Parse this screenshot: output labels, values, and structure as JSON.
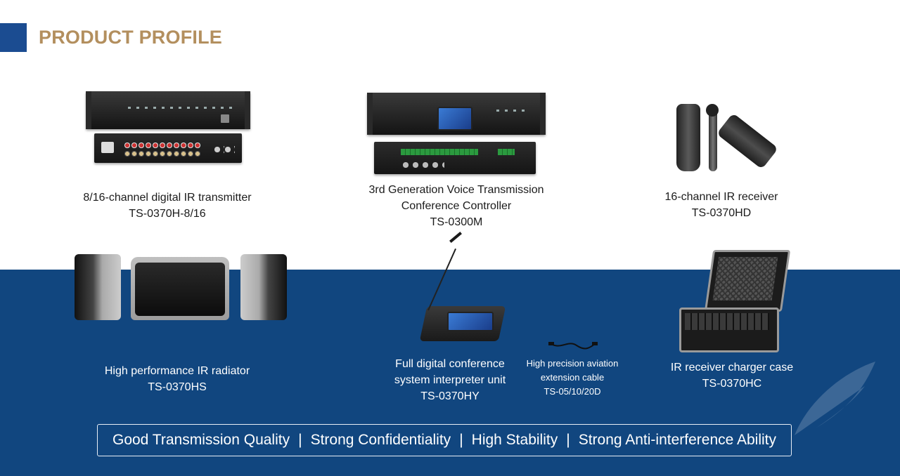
{
  "header": {
    "title": "PRODUCT PROFILE",
    "accent_color": "#1b4c91",
    "title_color": "#b38f5e"
  },
  "band_color": "#11467f",
  "products": [
    {
      "id": "ir-transmitter",
      "lines": [
        "8/16-channel digital IR transmitter",
        "TS-0370H-8/16"
      ],
      "icon": "rack-transmitter"
    },
    {
      "id": "conference-controller",
      "lines": [
        "3rd Generation Voice Transmission",
        "Conference Controller",
        "TS-0300M"
      ],
      "icon": "rack-controller"
    },
    {
      "id": "ir-receiver",
      "lines": [
        "16-channel IR receiver",
        "TS-0370HD"
      ],
      "icon": "ir-receiver"
    },
    {
      "id": "ir-radiator",
      "lines": [
        "High performance IR radiator",
        "TS-0370HS"
      ],
      "icon": "ir-radiator"
    },
    {
      "id": "interpreter-unit",
      "lines": [
        "Full digital conference",
        "system interpreter unit",
        "TS-0370HY"
      ],
      "icon": "interpreter-console"
    },
    {
      "id": "aviation-cable",
      "lines": [
        "High precision aviation",
        "extension cable",
        "TS-05/10/20D"
      ],
      "icon": "cable"
    },
    {
      "id": "charger-case",
      "lines": [
        "IR receiver charger case",
        "TS-0370HC"
      ],
      "icon": "charger-case"
    }
  ],
  "footer": {
    "features": [
      "Good Transmission Quality",
      "Strong Confidentiality",
      "High Stability",
      "Strong Anti-interference Ability"
    ],
    "separator": "|"
  }
}
